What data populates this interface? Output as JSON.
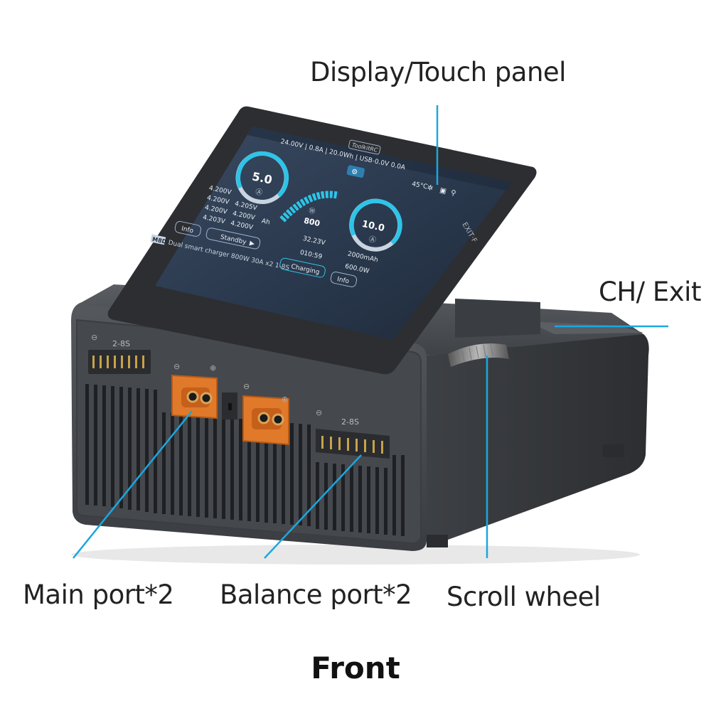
{
  "labels": {
    "display": "Display/Touch panel",
    "ch_exit": "CH/ Exit",
    "main_port": "Main port*2",
    "balance_port": "Balance port*2",
    "scroll_wheel": "Scroll wheel"
  },
  "caption": "Front",
  "device": {
    "brand": "ToolkitRC",
    "model_badge": "M8D",
    "model_desc": "Dual smart charger 800W 30A x2 1-8S",
    "side_label": "EXIT·F",
    "balance_label": "2-8S",
    "status_bar": "24.00V | 0.8A | 20.0Wh | USB-0.0V 0.0A",
    "temp": "45°C",
    "gauge_left_value": "5.0",
    "gauge_right_value": "10.0",
    "power_value": "800",
    "cells": [
      "4.200V",
      "4.200V",
      "4.205V",
      "4.200V",
      "4.200V",
      "4.203V",
      "4.200V"
    ],
    "info_label": "Info",
    "standby_label": "Standby",
    "charging_label": "Charging",
    "voltage": "32.23V",
    "capacity": "2000mAh",
    "time": "010:59",
    "power": "600.0W",
    "ah_unit": "Ah"
  },
  "colors": {
    "leader_line": "#1aa7e0",
    "body": "#4a4d52",
    "port_orange": "#e07a2a",
    "screen_accent": "#2ec4e8"
  }
}
